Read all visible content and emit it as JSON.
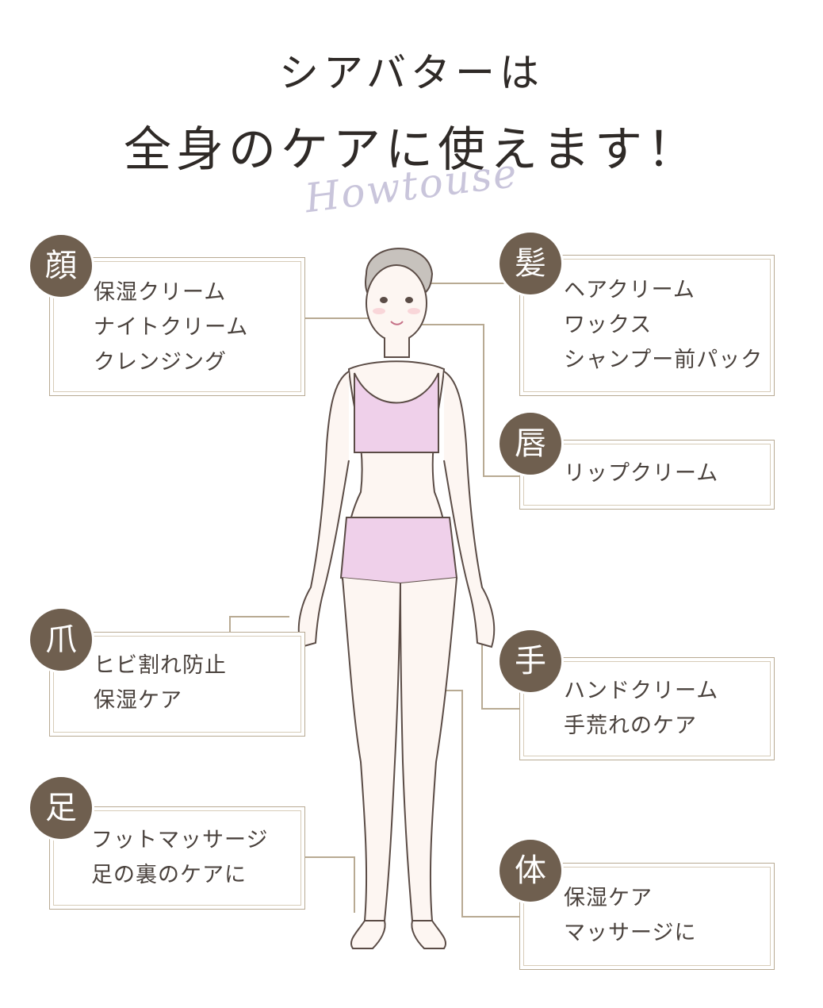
{
  "title": {
    "line1": "シアバターは",
    "line2": "全身のケアに使えます！",
    "script": "Howtouse"
  },
  "colors": {
    "badge": "#6f5f4f",
    "border": "#b8aa93",
    "text": "#4a423d",
    "accent_pink": "#f1d3ec"
  },
  "parts": [
    {
      "badge": "顔",
      "lines": [
        "保湿クリーム",
        "ナイトクリーム",
        "クレンジング"
      ]
    },
    {
      "badge": "髪",
      "lines": [
        "ヘアクリーム",
        "ワックス",
        "シャンプー前パック"
      ]
    },
    {
      "badge": "唇",
      "lines": [
        "リップクリーム"
      ]
    },
    {
      "badge": "爪",
      "lines": [
        "ヒビ割れ防止",
        "保湿ケア"
      ]
    },
    {
      "badge": "手",
      "lines": [
        "ハンドクリーム",
        "手荒れのケア"
      ]
    },
    {
      "badge": "足",
      "lines": [
        "フットマッサージ",
        "足の裏のケアに"
      ]
    },
    {
      "badge": "体",
      "lines": [
        "保湿ケア",
        "マッサージに"
      ]
    }
  ]
}
